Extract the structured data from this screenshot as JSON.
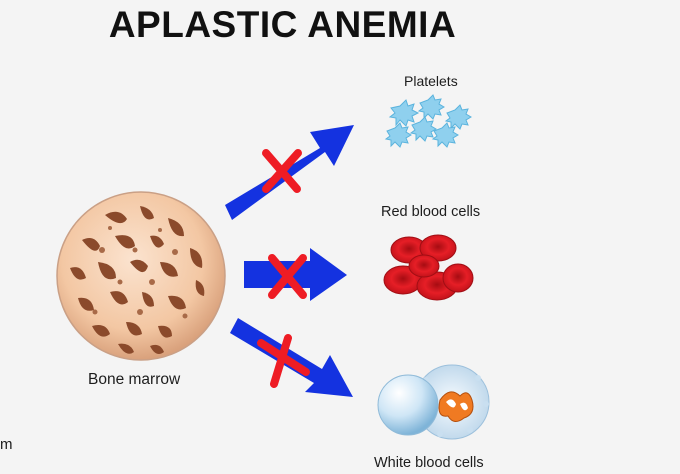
{
  "title": "APLASTIC ANEMIA",
  "source": {
    "label": "Bone marrow",
    "icon": "bone-marrow-icon"
  },
  "targets": [
    {
      "label": "Platelets",
      "icon": "platelets-icon"
    },
    {
      "label": "Red blood cells",
      "icon": "red-blood-cells-icon"
    },
    {
      "label": "White blood cells",
      "icon": "white-blood-cell-icon"
    }
  ],
  "cropped_text": "m",
  "colors": {
    "arrow": "#1432e0",
    "cross": "#ee1c24",
    "marrow_fill": "#f4c9a6",
    "marrow_holes": "#8b4a2b",
    "red_cell": "#d8141c",
    "platelet": "#8fd0ee",
    "wbc": "#cfe5f4"
  }
}
